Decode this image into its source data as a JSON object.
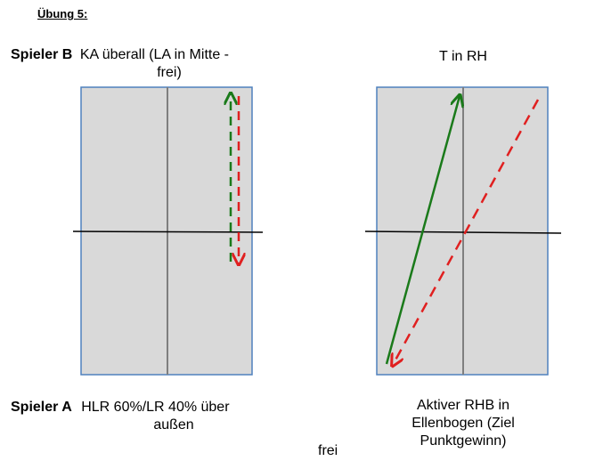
{
  "title": "Übung 5:",
  "left": {
    "player_top": "Spieler B",
    "caption_top_line1": "KA überall (LA in Mitte -",
    "caption_top_line2": "frei)",
    "player_bottom": "Spieler A",
    "caption_bottom_line1": "HLR 60%/LR 40% über",
    "caption_bottom_line2": "außen"
  },
  "right": {
    "caption_top": "T in RH",
    "caption_bottom_line1": "Aktiver RHB in",
    "caption_bottom_line2": "Ellenbogen (Ziel",
    "caption_bottom_line3": "Punktgewinn)"
  },
  "footer": "frei",
  "colors": {
    "table_fill": "#d9d9d9",
    "table_border": "#4f81bd",
    "center_line": "#7f7f7f",
    "net": "#000000",
    "arrow_green": "#1a7a1a",
    "arrow_red": "#e02020"
  }
}
